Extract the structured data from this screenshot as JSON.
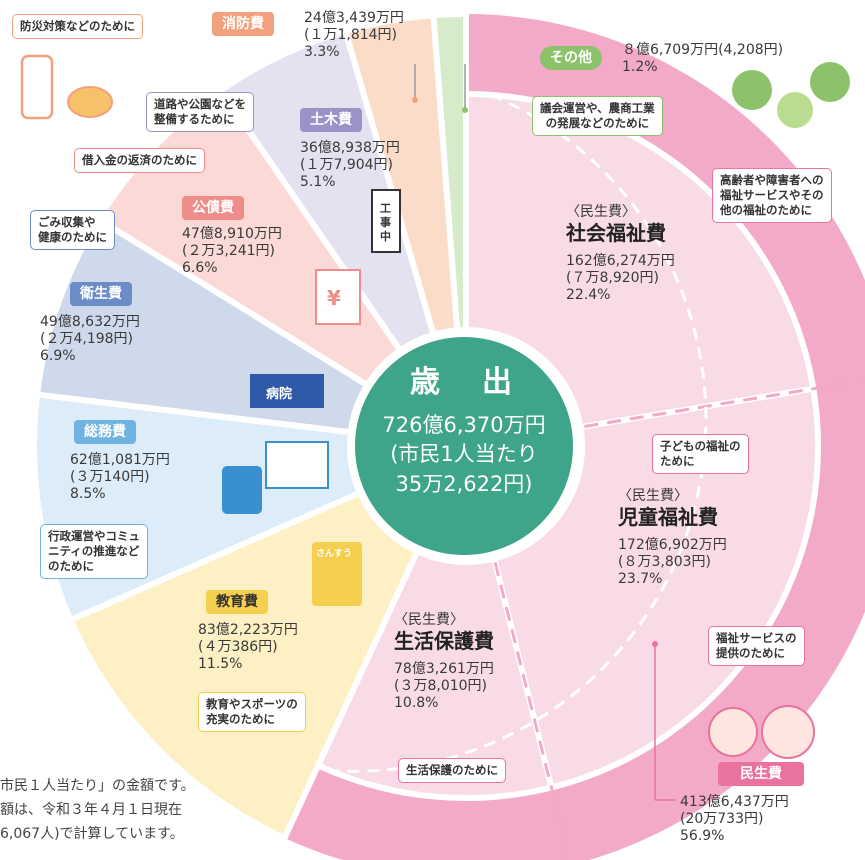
{
  "chart_data": {
    "type": "pie",
    "center": {
      "title": "歳　出",
      "total": "726億6,370万円",
      "per_capita_line1": "(市民1人当たり",
      "per_capita_line2": "35万2,622円)"
    },
    "slices": [
      {
        "key": "shakai",
        "name": "社会福祉費",
        "group": "〈民生費〉",
        "amount": "162億6,274万円",
        "per_capita": "(７万8,920円)",
        "percent": 22.4,
        "percent_label": "22.4%",
        "purpose": [
          "高齢者や障害者への",
          "福祉サービスやその",
          "他の福祉のために"
        ],
        "color": "#f9dbe8"
      },
      {
        "key": "jido",
        "name": "児童福祉費",
        "group": "〈民生費〉",
        "amount": "172億6,902万円",
        "per_capita": "(８万3,803円)",
        "percent": 23.7,
        "percent_label": "23.7%",
        "purpose": [
          "子どもの福祉の",
          "ために"
        ],
        "color": "#f9dbe8"
      },
      {
        "key": "seikatsu",
        "name": "生活保護費",
        "group": "〈民生費〉",
        "amount": "78億3,261万円",
        "per_capita": "(３万8,010円)",
        "percent": 10.8,
        "percent_label": "10.8%",
        "purpose": [
          "生活保護のために"
        ],
        "color": "#f9dbe8"
      },
      {
        "key": "kyoiku",
        "name": "教育費",
        "amount": "83億2,223万円",
        "per_capita": "(４万386円)",
        "percent": 11.5,
        "percent_label": "11.5%",
        "purpose": [
          "教育やスポーツの",
          "充実のために"
        ],
        "color": "#fcf0c4"
      },
      {
        "key": "somu",
        "name": "総務費",
        "amount": "62億1,081万円",
        "per_capita": "(３万140円)",
        "percent": 8.5,
        "percent_label": "8.5%",
        "purpose": [
          "行政運営やコミュ",
          "ニティの推進など",
          "のために"
        ],
        "color": "#dcedf9"
      },
      {
        "key": "eisei",
        "name": "衛生費",
        "amount": "49億8,632万円",
        "per_capita": "(２万4,198円)",
        "percent": 6.9,
        "percent_label": "6.9%",
        "purpose": [
          "ごみ収集や",
          "健康のために"
        ],
        "color": "#cfd9ec"
      },
      {
        "key": "kosai",
        "name": "公債費",
        "amount": "47億8,910万円",
        "per_capita": "(２万3,241円)",
        "percent": 6.6,
        "percent_label": "6.6%",
        "purpose": [
          "借入金の返済のために"
        ],
        "color": "#fbd9d7"
      },
      {
        "key": "doboku",
        "name": "土木費",
        "amount": "36億8,938万円",
        "per_capita": "(１万7,904円)",
        "percent": 5.1,
        "percent_label": "5.1%",
        "purpose": [
          "道路や公園などを",
          "整備するために"
        ],
        "color": "#e4e1f1"
      },
      {
        "key": "shobo",
        "name": "消防費",
        "amount": "24億3,439万円",
        "per_capita": "(１万1,814円)",
        "percent": 3.3,
        "percent_label": "3.3%",
        "purpose": [
          "防災対策などのために"
        ],
        "color": "#fbdcc8"
      },
      {
        "key": "sonota",
        "name": "その他",
        "amount": "８億6,709万円",
        "per_capita": "(4,208円)",
        "percent": 1.2,
        "percent_label": "1.2%",
        "purpose": [
          "議会運営や、農商工業",
          "の発展などのために"
        ],
        "color": "#d6ebc9"
      }
    ],
    "outer_group": {
      "name": "民生費",
      "amount": "413億6,437万円",
      "per_capita": "(20万733円)",
      "percent": 56.9,
      "percent_label": "56.9%",
      "purpose": [
        "福祉サービスの",
        "提供のために"
      ],
      "color": "#f3a9c8"
    },
    "badge_colors": {
      "shobo": "#f2a17c",
      "doboku": "#9a93c8",
      "kosai": "#ee8d89",
      "eisei": "#6c8cc7",
      "somu": "#6fb3e3",
      "kyoiku": "#f5cf4f",
      "sonota": "#8cc36a",
      "minsei": "#e9729e"
    },
    "illustrations": {
      "construction_sign": "工事中",
      "hospital": "病院",
      "math_book": "さんすう",
      "bill": "¥"
    }
  },
  "footnote": {
    "line1": "市民１人当たり」の金額です。",
    "line2": "額は、令和３年４月１日現在",
    "line3": "6,067人)で計算しています。"
  }
}
